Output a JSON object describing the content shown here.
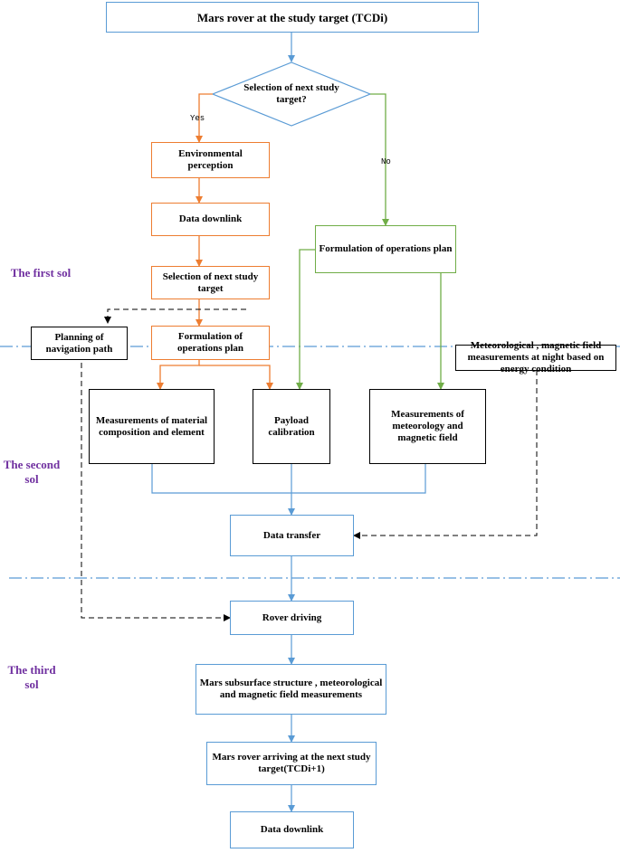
{
  "nodes": {
    "start": "Mars rover at the study target (TCDi)",
    "decision": "Selection of next study target?",
    "env": "Environmental perception",
    "downlink1": "Data downlink",
    "select": "Selection of next study target",
    "formulation_left": "Formulation of operations plan",
    "formulation_right": "Formulation of operations plan",
    "navigation": "Planning of navigation path",
    "night_measure": "Meteorological , magnetic field measurements at night based on energy condition",
    "material": "Measurements of material composition and element",
    "payload": "Payload calibration",
    "meteo": "Measurements of meteorology and magnetic field",
    "transfer": "Data transfer",
    "driving": "Rover driving",
    "subsurface": "Mars subsurface structure , meteorological and magnetic field measurements",
    "arriving": "Mars rover arriving at the next study target(TCDi+1)",
    "downlink2": "Data downlink"
  },
  "branches": {
    "yes": "Yes",
    "no": "No"
  },
  "sols": {
    "first": "The first sol",
    "second": "The second sol",
    "third": "The third sol"
  },
  "colors": {
    "main": "#5a9bd5",
    "yes_branch": "#ed7d31",
    "no_branch": "#70ad47",
    "auxiliary": "#000000",
    "sol_label": "#7030a0"
  }
}
